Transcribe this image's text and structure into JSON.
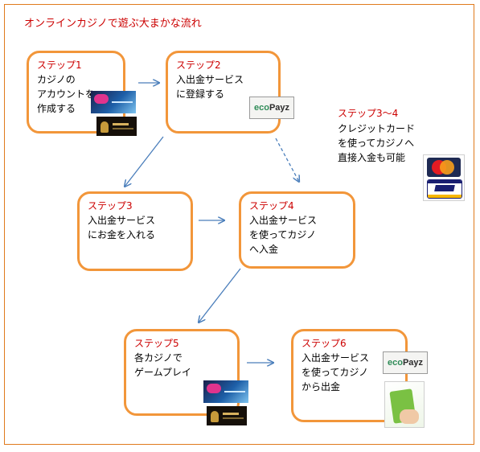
{
  "title": "オンラインカジノで遊ぶ大まかな流れ",
  "steps": [
    {
      "label": "ステップ1",
      "body": "カジノの\nアカウントを\n作成する"
    },
    {
      "label": "ステップ2",
      "body": "入出金サービス\nに登録する"
    },
    {
      "label": "ステップ3",
      "body": "入出金サービス\nにお金を入れる"
    },
    {
      "label": "ステップ4",
      "body": "入出金サービス\nを使ってカジノ\nへ入金"
    },
    {
      "label": "ステップ5",
      "body": "各カジノで\nゲームプレイ"
    },
    {
      "label": "ステップ6",
      "body": "入出金サービス\nを使ってカジノ\nから出金"
    }
  ],
  "step_3_4": {
    "label": "ステップ3～4",
    "body": "クレジットカード\nを使ってカジノへ\n直接入金も可能"
  },
  "logos": {
    "ecopayz_eco": "eco",
    "ecopayz_payz": "Payz"
  },
  "colors": {
    "accent_orange": "#f2963a",
    "label_red": "#cc0000",
    "arrow_blue": "#4a7ebb"
  }
}
